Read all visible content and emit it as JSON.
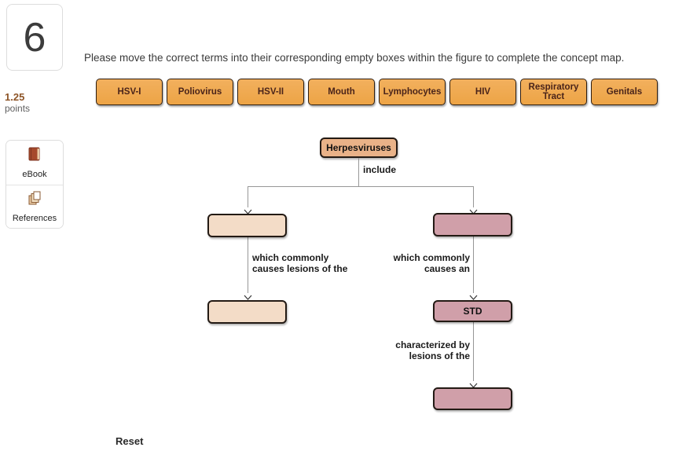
{
  "sidebar": {
    "question_number": "6",
    "points_value": "1.25",
    "points_label": "points",
    "ebook_label": "eBook",
    "references_label": "References"
  },
  "instruction": "Please move the correct terms into their corresponding empty boxes within the figure to complete the concept map.",
  "chips": [
    "HSV-I",
    "Poliovirus",
    "HSV-II",
    "Mouth",
    "Lymphocytes",
    "HIV",
    "Respiratory Tract",
    "Genitals"
  ],
  "concept_map": {
    "root_label": "Herpesviruses",
    "include_label": "include",
    "left_branch_label": {
      "line1": "which commonly",
      "line2": "causes lesions of the"
    },
    "right_branch_label": {
      "line1": "which commonly",
      "line2": "causes an"
    },
    "std_label": "STD",
    "std_sub_label": {
      "line1": "characterized by",
      "line2": "lesions of the"
    }
  },
  "reset_label": "Reset",
  "colors": {
    "chip_fill": "#f0a952",
    "root_fill": "#e9b288",
    "left_branch_fill": "#f3dcc7",
    "right_branch_fill": "#d09fa9",
    "points_accent": "#8d5427"
  }
}
